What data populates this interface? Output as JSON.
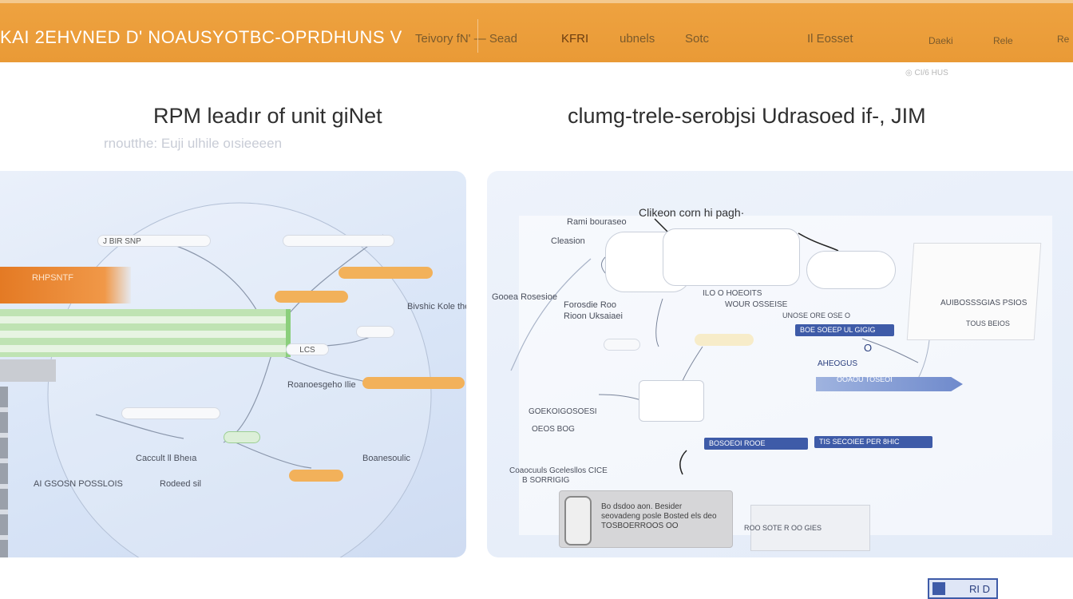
{
  "colors": {
    "topbar": "#eea240",
    "accent_orange": "#f2b15a",
    "accent_navy": "#3e5ba8",
    "accent_green": "#8bcf7c",
    "panel_bg": "#dce6f6"
  },
  "header": {
    "brand": "KAI 2EHVNED D' NOAUSYOTBC-OPRDHUNS V",
    "nav": [
      "Teivory fN' — Sead",
      "KFRI",
      "ubnels",
      "Sotc",
      "Il Eosset",
      "Daeki",
      "Rele",
      "Re"
    ]
  },
  "status_small": "◎ CI/6 HUS",
  "left": {
    "title": "RPM leadır of unit giNet",
    "subtitle": "rnoutthe: Euji ulhile oısieeeen",
    "labels": {
      "node_top": "J BIR SNP",
      "orange_block": "RHPSNTF",
      "right_mid": "Bivshic Kole the",
      "lck": "LCS",
      "bottom_mid": "Roanoesgeho Ilie",
      "coca": "Caccult ll Bheıa",
      "bottom_left": "AI GSOSN POSSLOIS",
      "bottom_right": "Boanesoulic",
      "bottom_center": "Rodeed sil"
    }
  },
  "right": {
    "title": "clumg-trele-serobjsi Udrasoed if-, JIM",
    "callout": "Clikeon corn hi pagh·",
    "labels": {
      "tl1": "Rami bouraseo",
      "tl2": "Cleasion",
      "tl3": "Gooea Rosesioe",
      "tl4": "Forosdie   Roo",
      "tl5": "Rioon Uksaiaei",
      "mid1": "ILO O HOEOITS",
      "mid2": "WOUR OSSEISE",
      "nav1": "BOE SOEEP UL GIGIG",
      "o": "O",
      "nav2": "AHEOGUS",
      "arrow_bar": "OOAOU TOSEOI",
      "left_low1": "GOEKOIGOSOESI",
      "left_low2": "OEOS BOG",
      "navy_a": "BOSOEOI ROOE",
      "navy_b": "TIS SECOIEE PER 8HIC",
      "bottom_left1": "Coaocuuls Gcelesllos CICE",
      "bottom_left2": "B SORRIGIG",
      "note_line1": "Bo dsdoo aon. Besider",
      "note_line2": "seovadeng posle Bosted els deo",
      "note_line3": "TOSBOERROOS OO",
      "tray_text": "ROO SOTE R OO GIES",
      "photo_text": "AUIBOSSSGIAS PSIOS",
      "small_right": "TOUS BEIOS",
      "mid_small": "UNOSE ORE OSE O"
    }
  },
  "footer_badge": "RI D"
}
